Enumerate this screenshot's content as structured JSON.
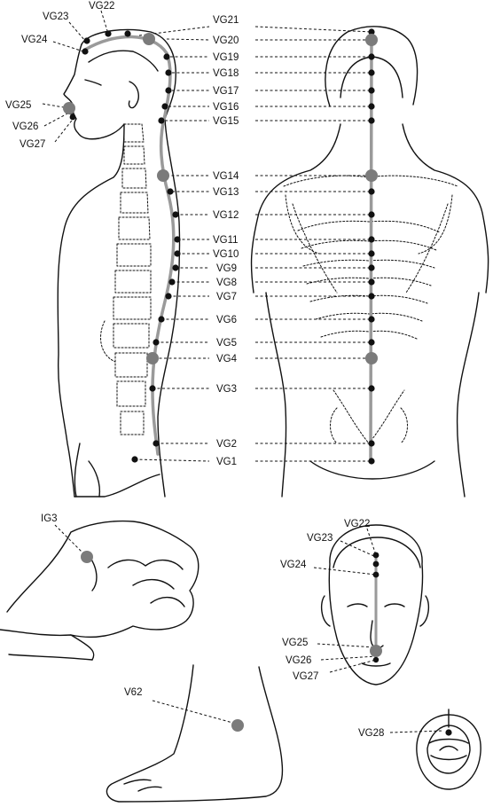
{
  "labels": {
    "side_view": [
      "VG23",
      "VG22",
      "VG24",
      "VG25",
      "VG26",
      "VG27"
    ],
    "spine": [
      "VG21",
      "VG20",
      "VG19",
      "VG18",
      "VG17",
      "VG16",
      "VG15",
      "VG14",
      "VG13",
      "VG12",
      "VG11",
      "VG10",
      "VG9",
      "VG8",
      "VG7",
      "VG6",
      "VG5",
      "VG4",
      "VG3",
      "VG2",
      "VG1"
    ],
    "fist": "IG3",
    "foot": "V62",
    "face": [
      "VG22",
      "VG23",
      "VG24",
      "VG25",
      "VG26",
      "VG27"
    ],
    "mouth": "VG28"
  },
  "colors": {
    "line": "#111111",
    "meridian": "#9a9a9a",
    "major_point": "#7b7b7b",
    "minor_point": "#111111"
  },
  "icons": [
    "side-figure",
    "back-figure",
    "fist",
    "foot",
    "face",
    "open-mouth"
  ]
}
